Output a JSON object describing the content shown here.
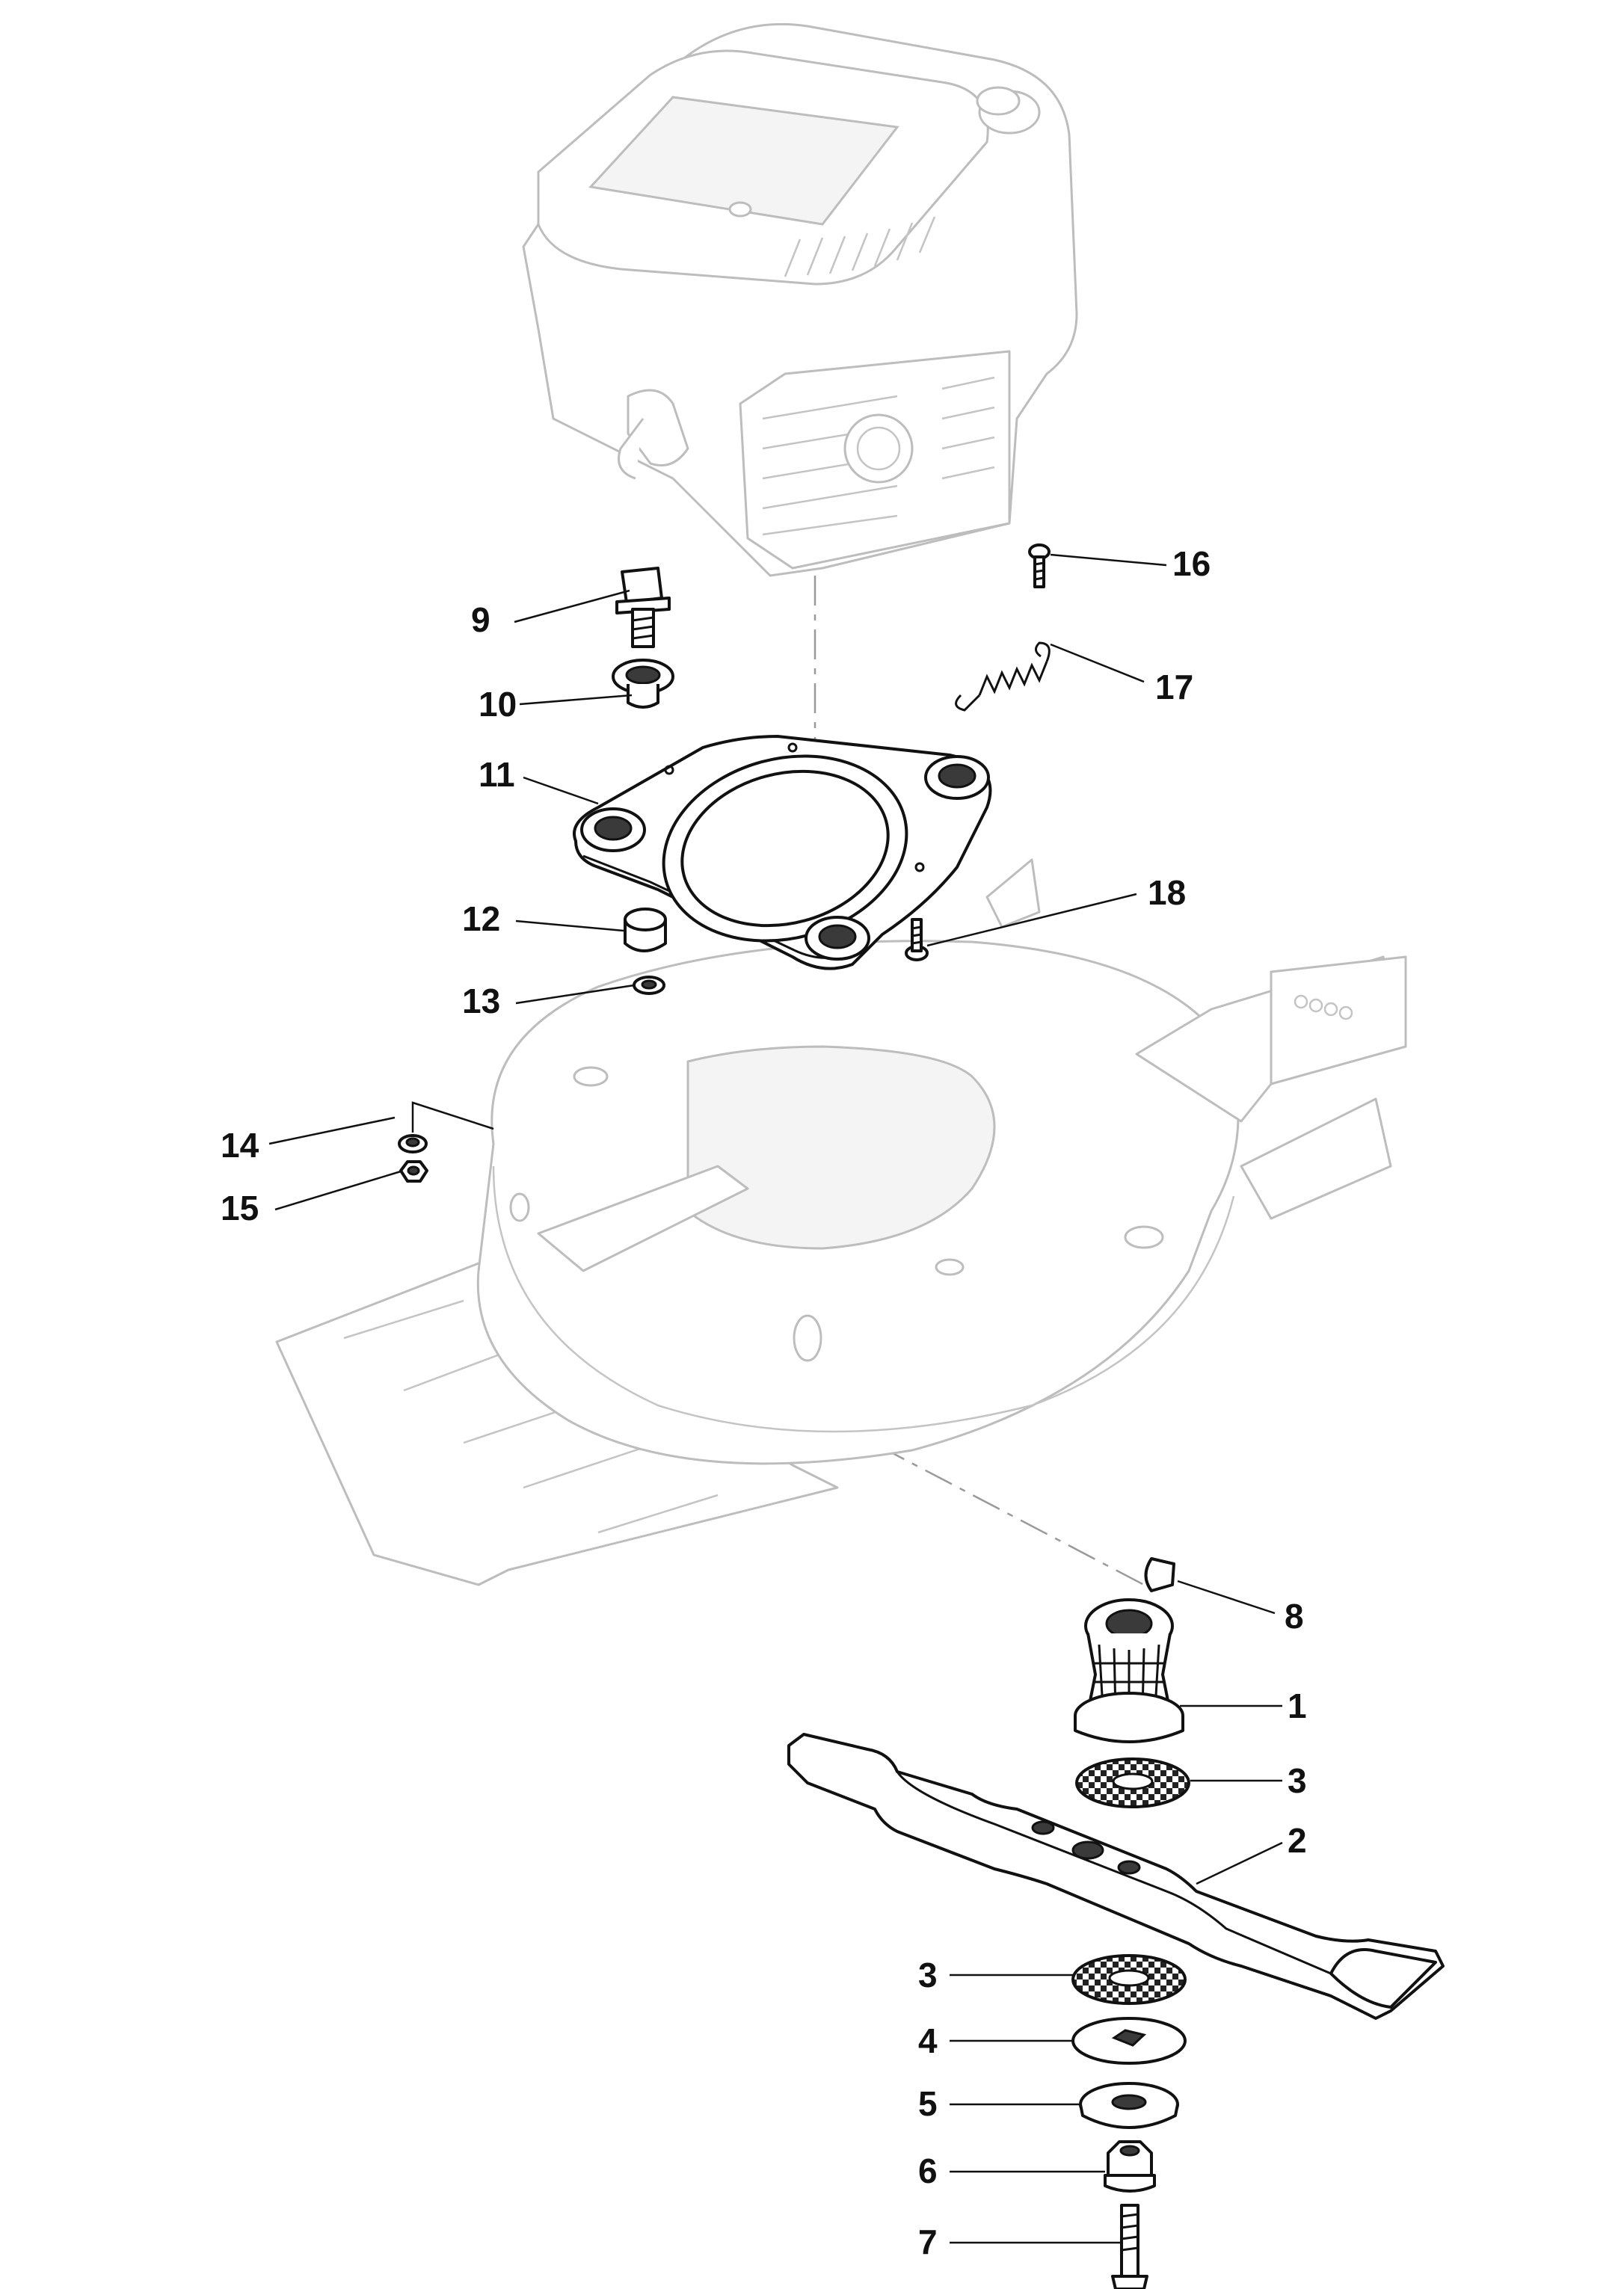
{
  "callouts": {
    "c1": "1",
    "c2": "2",
    "c3a": "3",
    "c3b": "3",
    "c4": "4",
    "c5": "5",
    "c6": "6",
    "c7": "7",
    "c8": "8",
    "c9": "9",
    "c10": "10",
    "c11": "11",
    "c12": "12",
    "c13": "13",
    "c14": "14",
    "c15": "15",
    "c16": "16",
    "c17": "17",
    "c18": "18"
  },
  "colors": {
    "line": "#111111",
    "ghost_line": "#bdbdbd",
    "background": "#ffffff"
  }
}
